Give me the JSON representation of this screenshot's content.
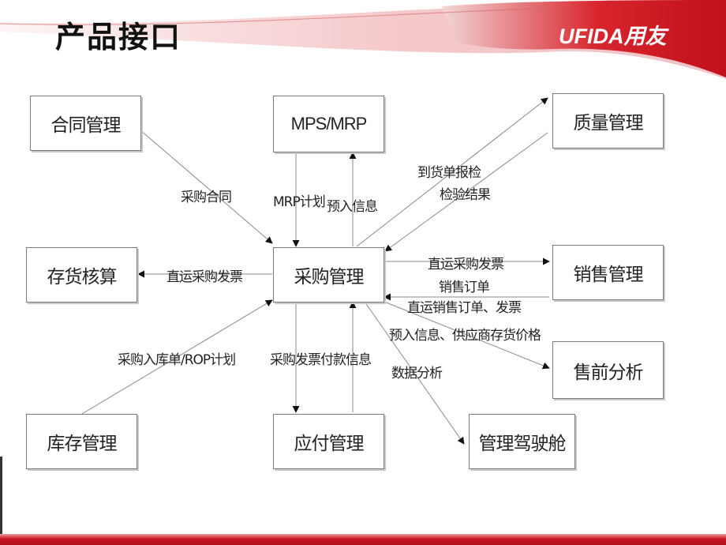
{
  "slide": {
    "title": "产品接口",
    "logo": "UFIDA用友",
    "accent_color": "#c8141e"
  },
  "nodes": {
    "contract": "合同管理",
    "mps": "MPS/MRP",
    "quality": "质量管理",
    "inventory_accounting": "存货核算",
    "purchasing": "采购管理",
    "sales": "销售管理",
    "presales": "售前分析",
    "stock": "库存管理",
    "payable": "应付管理",
    "cockpit": "管理驾驶舱"
  },
  "edges": {
    "purchase_contract": "采购合同",
    "mrp_plan": "MRP计划",
    "receipt_info": "预入信息",
    "arrival_inspection": "到货单报检",
    "inspection_result": "检验结果",
    "direct_invoice_left": "直运采购发票",
    "direct_invoice_right": "直运采购发票",
    "sales_order": "销售订单",
    "direct_sales_order_invoice": "直运销售订单、发票",
    "receipt_supplier_price": "预入信息、供应商存货价格",
    "stock_in_rop": "采购入库单/ROP计划",
    "invoice_payment": "采购发票付款信息",
    "data_analysis": "数据分析"
  }
}
